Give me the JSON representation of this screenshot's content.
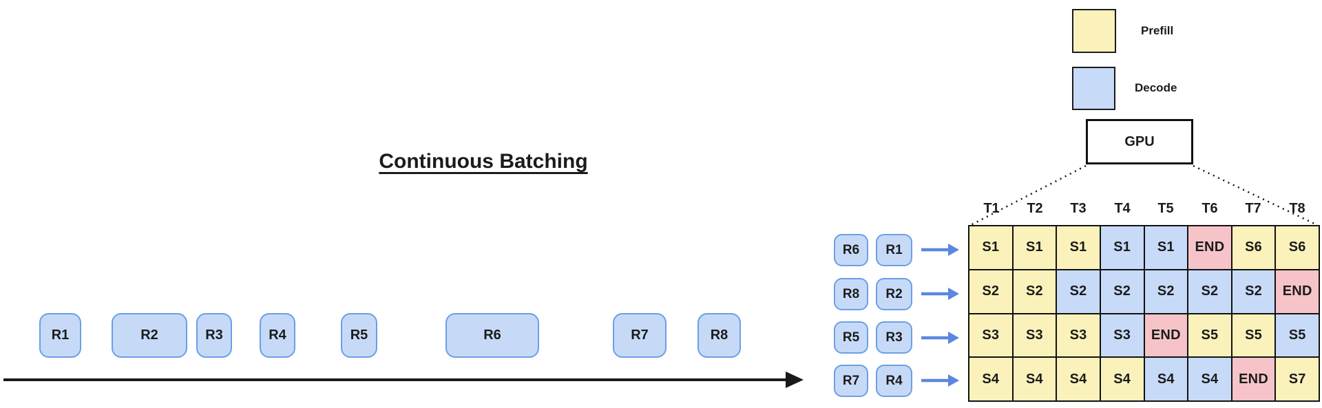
{
  "title": "Continuous Batching",
  "legend": {
    "items": [
      {
        "label": "Prefill",
        "type": "prefill"
      },
      {
        "label": "Decode",
        "type": "decode"
      }
    ]
  },
  "gpu_label": "GPU",
  "colors": {
    "prefill_yellow": "#FBF2BB",
    "decode_blue": "#C7DBF8",
    "end_pink": "#F6C4C8",
    "request_box_fill": "#C6DAF8",
    "request_box_border": "#6B9EE6",
    "queue_arrow_blue": "#5B87E0",
    "line_black": "#1a1a1a"
  },
  "timeline": {
    "requests": [
      "R1",
      "R2",
      "R3",
      "R4",
      "R5",
      "R6",
      "R7",
      "R8"
    ]
  },
  "queue": {
    "rows": [
      {
        "outer": "R6",
        "inner": "R1"
      },
      {
        "outer": "R8",
        "inner": "R2"
      },
      {
        "outer": "R5",
        "inner": "R3"
      },
      {
        "outer": "R7",
        "inner": "R4"
      }
    ]
  },
  "grid": {
    "time_labels": [
      "T1",
      "T2",
      "T3",
      "T4",
      "T5",
      "T6",
      "T7",
      "T8"
    ],
    "rows": [
      {
        "cells": [
          {
            "label": "S1",
            "type": "prefill"
          },
          {
            "label": "S1",
            "type": "prefill"
          },
          {
            "label": "S1",
            "type": "prefill"
          },
          {
            "label": "S1",
            "type": "decode"
          },
          {
            "label": "S1",
            "type": "decode"
          },
          {
            "label": "END",
            "type": "end"
          },
          {
            "label": "S6",
            "type": "prefill"
          },
          {
            "label": "S6",
            "type": "prefill"
          }
        ]
      },
      {
        "cells": [
          {
            "label": "S2",
            "type": "prefill"
          },
          {
            "label": "S2",
            "type": "prefill"
          },
          {
            "label": "S2",
            "type": "decode"
          },
          {
            "label": "S2",
            "type": "decode"
          },
          {
            "label": "S2",
            "type": "decode"
          },
          {
            "label": "S2",
            "type": "decode"
          },
          {
            "label": "S2",
            "type": "decode"
          },
          {
            "label": "END",
            "type": "end"
          }
        ]
      },
      {
        "cells": [
          {
            "label": "S3",
            "type": "prefill"
          },
          {
            "label": "S3",
            "type": "prefill"
          },
          {
            "label": "S3",
            "type": "prefill"
          },
          {
            "label": "S3",
            "type": "decode"
          },
          {
            "label": "END",
            "type": "end"
          },
          {
            "label": "S5",
            "type": "prefill"
          },
          {
            "label": "S5",
            "type": "prefill"
          },
          {
            "label": "S5",
            "type": "decode"
          }
        ]
      },
      {
        "cells": [
          {
            "label": "S4",
            "type": "prefill"
          },
          {
            "label": "S4",
            "type": "prefill"
          },
          {
            "label": "S4",
            "type": "prefill"
          },
          {
            "label": "S4",
            "type": "prefill"
          },
          {
            "label": "S4",
            "type": "decode"
          },
          {
            "label": "S4",
            "type": "decode"
          },
          {
            "label": "END",
            "type": "end"
          },
          {
            "label": "S7",
            "type": "prefill"
          }
        ]
      }
    ]
  }
}
